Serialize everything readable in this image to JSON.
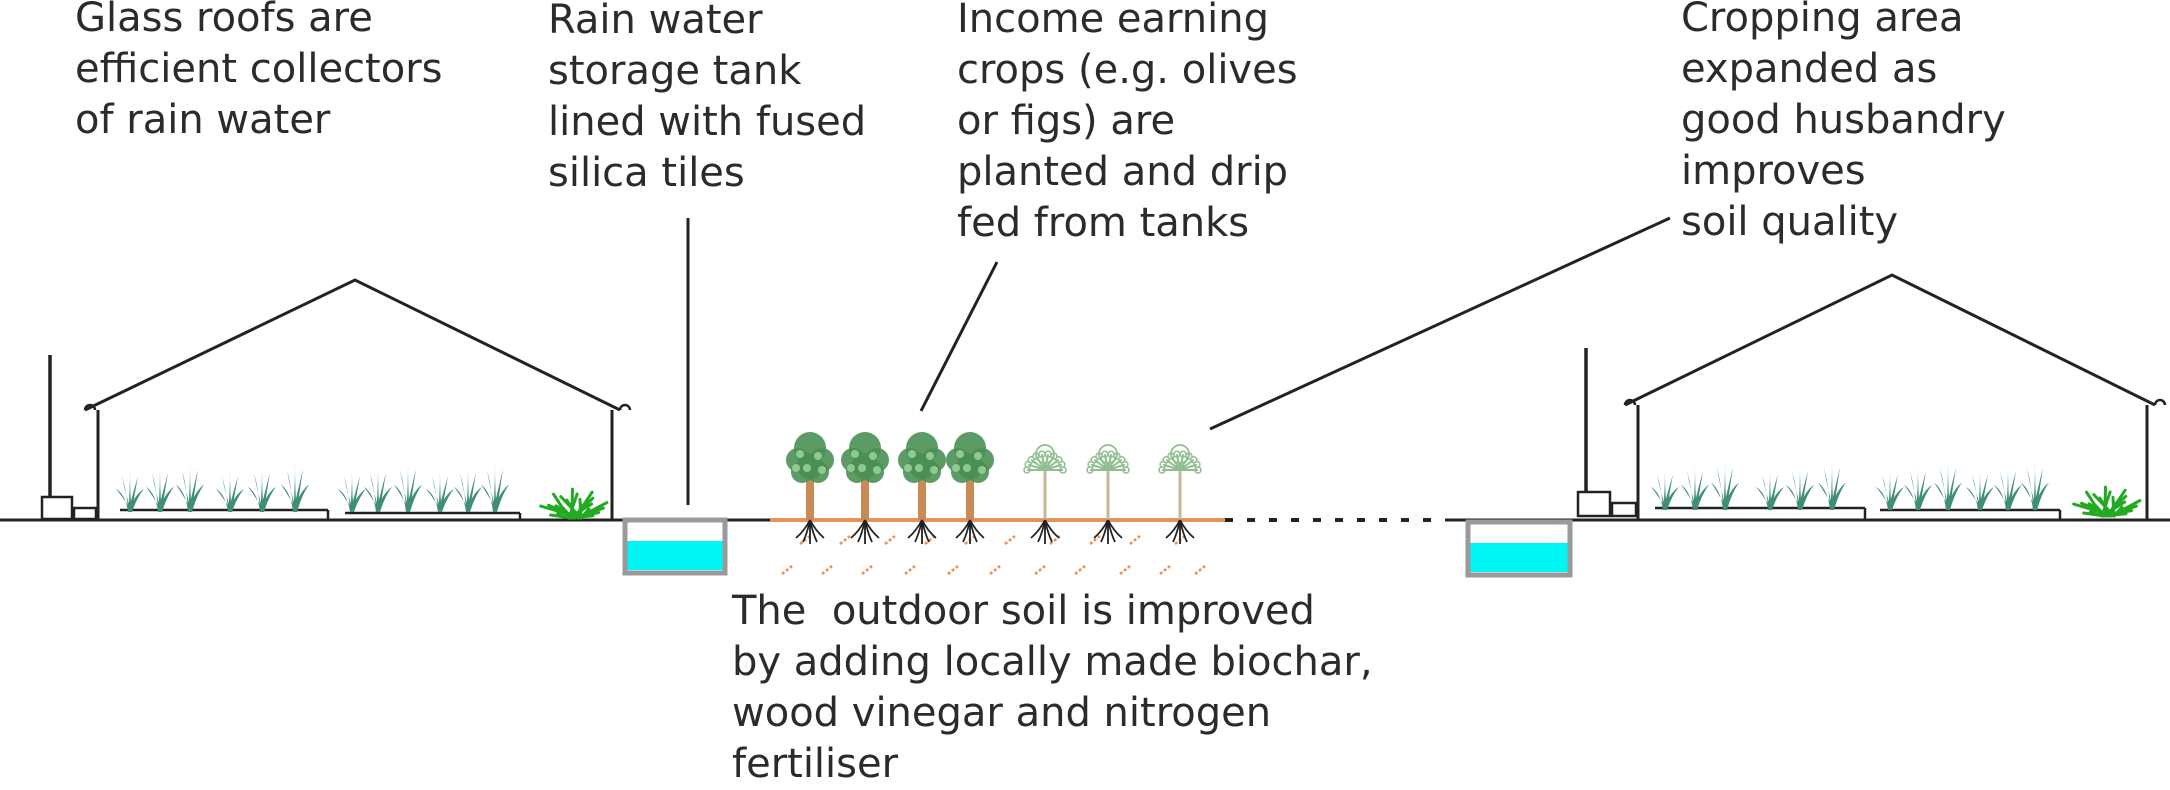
{
  "labels": {
    "glass_roofs": [
      "Glass roofs are",
      "efficient collectors",
      "of rain water"
    ],
    "rain_tank": [
      "Rain water",
      "storage tank",
      "lined with fused",
      "silica tiles"
    ],
    "income_crops": [
      "Income earning",
      "crops (e.g. olives",
      "or figs) are",
      "planted and drip",
      "fed from tanks"
    ],
    "cropping_area": [
      "Cropping area",
      "expanded as",
      "good husbandry",
      "improves",
      "soil quality"
    ],
    "outdoor_soil": [
      "The  outdoor soil is improved",
      "by adding locally made biochar,",
      "wood vinegar and nitrogen",
      "fertiliser"
    ]
  },
  "colors": {
    "line": "#222222",
    "water": "#00f5f5",
    "tank_wall": "#9a9a9a",
    "plant": "#3f8f70",
    "bush": "#22aa22",
    "soil": "#e8925a",
    "trunk": "#c98a55",
    "tree_canopy": "#4a8f55",
    "young_tree": "#8fbf8f"
  },
  "icons": {
    "greenhouse": "greenhouse-icon",
    "tank": "water-tank-icon",
    "tree": "tree-icon",
    "plant": "plant-icon"
  }
}
